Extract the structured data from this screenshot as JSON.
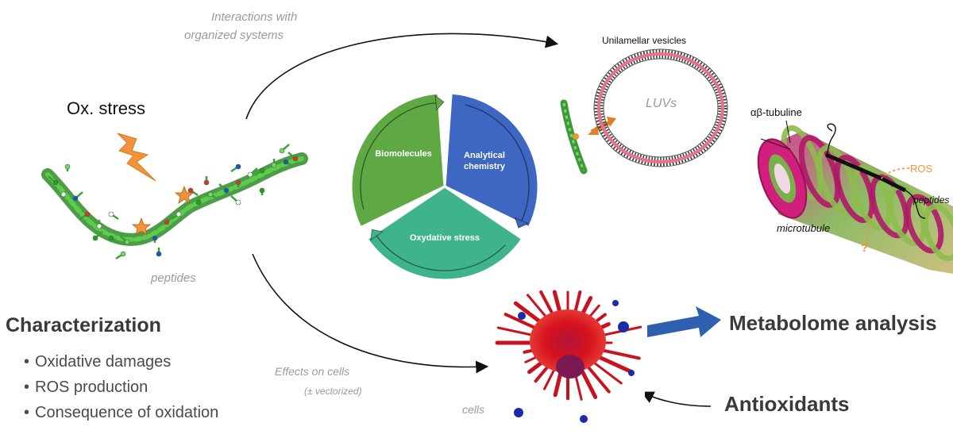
{
  "left": {
    "ox_stress_label": "Ox. stress",
    "peptides_label": "peptides",
    "characterization_title": "Characterization",
    "characterization_items": [
      "Oxidative damages",
      "ROS production",
      "Consequence of oxidation"
    ]
  },
  "arrows": {
    "top_label_line1": "Interactions with",
    "top_label_line2": "organized systems",
    "bottom_label_line1": "Effects on cells",
    "bottom_label_line2": "(± vectorized)"
  },
  "cycle": {
    "segments": [
      {
        "label": "Biomolecules",
        "color": "#5fa945"
      },
      {
        "label_line1": "Analytical",
        "label_line2": "chemistry",
        "color": "#3d67c3"
      },
      {
        "label": "Oxydative stress",
        "color": "#3fb48c"
      }
    ]
  },
  "vesicles": {
    "title": "Unilamellar vesicles",
    "inner_label": "LUVs"
  },
  "microtubule": {
    "tubuline_label": "αβ-tubuline",
    "ros_label": "ROS",
    "peptides_label": "peptides",
    "microtubule_label": "microtubule",
    "question_mark": "?"
  },
  "cells": {
    "cells_label": "cells",
    "metabolome_label": "Metabolome analysis",
    "antioxidants_label": "Antioxidants"
  },
  "colors": {
    "orange": "#f0933a",
    "magenta": "#d11f7e",
    "cell_red": "#d8131e",
    "blue_arrow": "#2f5fb0"
  }
}
